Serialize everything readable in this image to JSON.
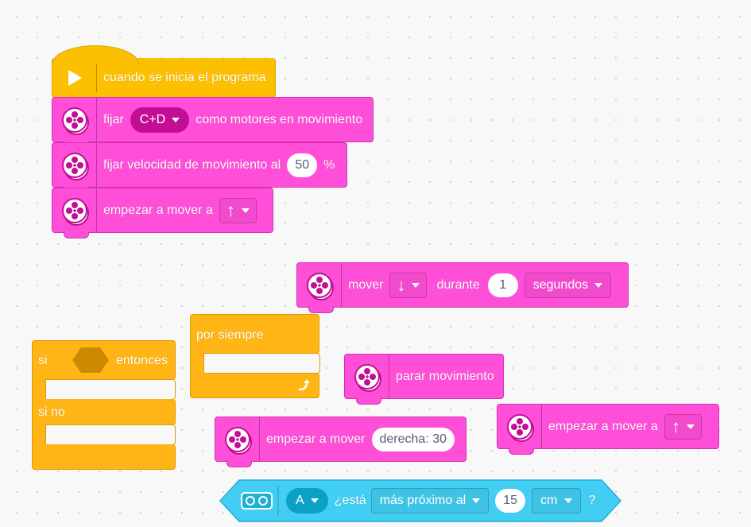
{
  "blocks": {
    "when_start": {
      "label": "cuando se inicia el programa",
      "icon": "play-icon"
    },
    "set_motors": {
      "prefix": "fijar",
      "motors": "C+D",
      "suffix": "como motores en movimiento",
      "icon": "motor-pair-icon"
    },
    "set_speed": {
      "label": "fijar velocidad de movimiento al",
      "value": "50",
      "unit": "%",
      "icon": "motor-pair-icon"
    },
    "start_move_1": {
      "label": "empezar a mover a",
      "direction": "↑",
      "icon": "motor-pair-icon"
    },
    "move_for": {
      "label": "mover",
      "direction": "↓",
      "during": "durante",
      "value": "1",
      "unit": "segundos",
      "icon": "motor-pair-icon"
    },
    "forever": {
      "label": "por siempre",
      "icon": "loop-arrow-icon"
    },
    "if_else": {
      "if": "si",
      "then": "entonces",
      "else": "si no"
    },
    "stop_move": {
      "label": "parar movimiento",
      "icon": "motor-pair-icon"
    },
    "start_move_2": {
      "label": "empezar a mover a",
      "direction": "↑",
      "icon": "motor-pair-icon"
    },
    "start_move_steer": {
      "label": "empezar a mover",
      "value": "derecha: 30",
      "icon": "motor-pair-icon"
    },
    "distance_sensor": {
      "port": "A",
      "question": "¿está",
      "comparison": "más próximo al",
      "value": "15",
      "unit": "cm",
      "end": "?",
      "icon": "distance-sensor-icon"
    }
  },
  "colors": {
    "motor": "#ff4fd8",
    "event": "#fdc000",
    "control": "#ffb515",
    "sensor": "#42cdf2"
  }
}
